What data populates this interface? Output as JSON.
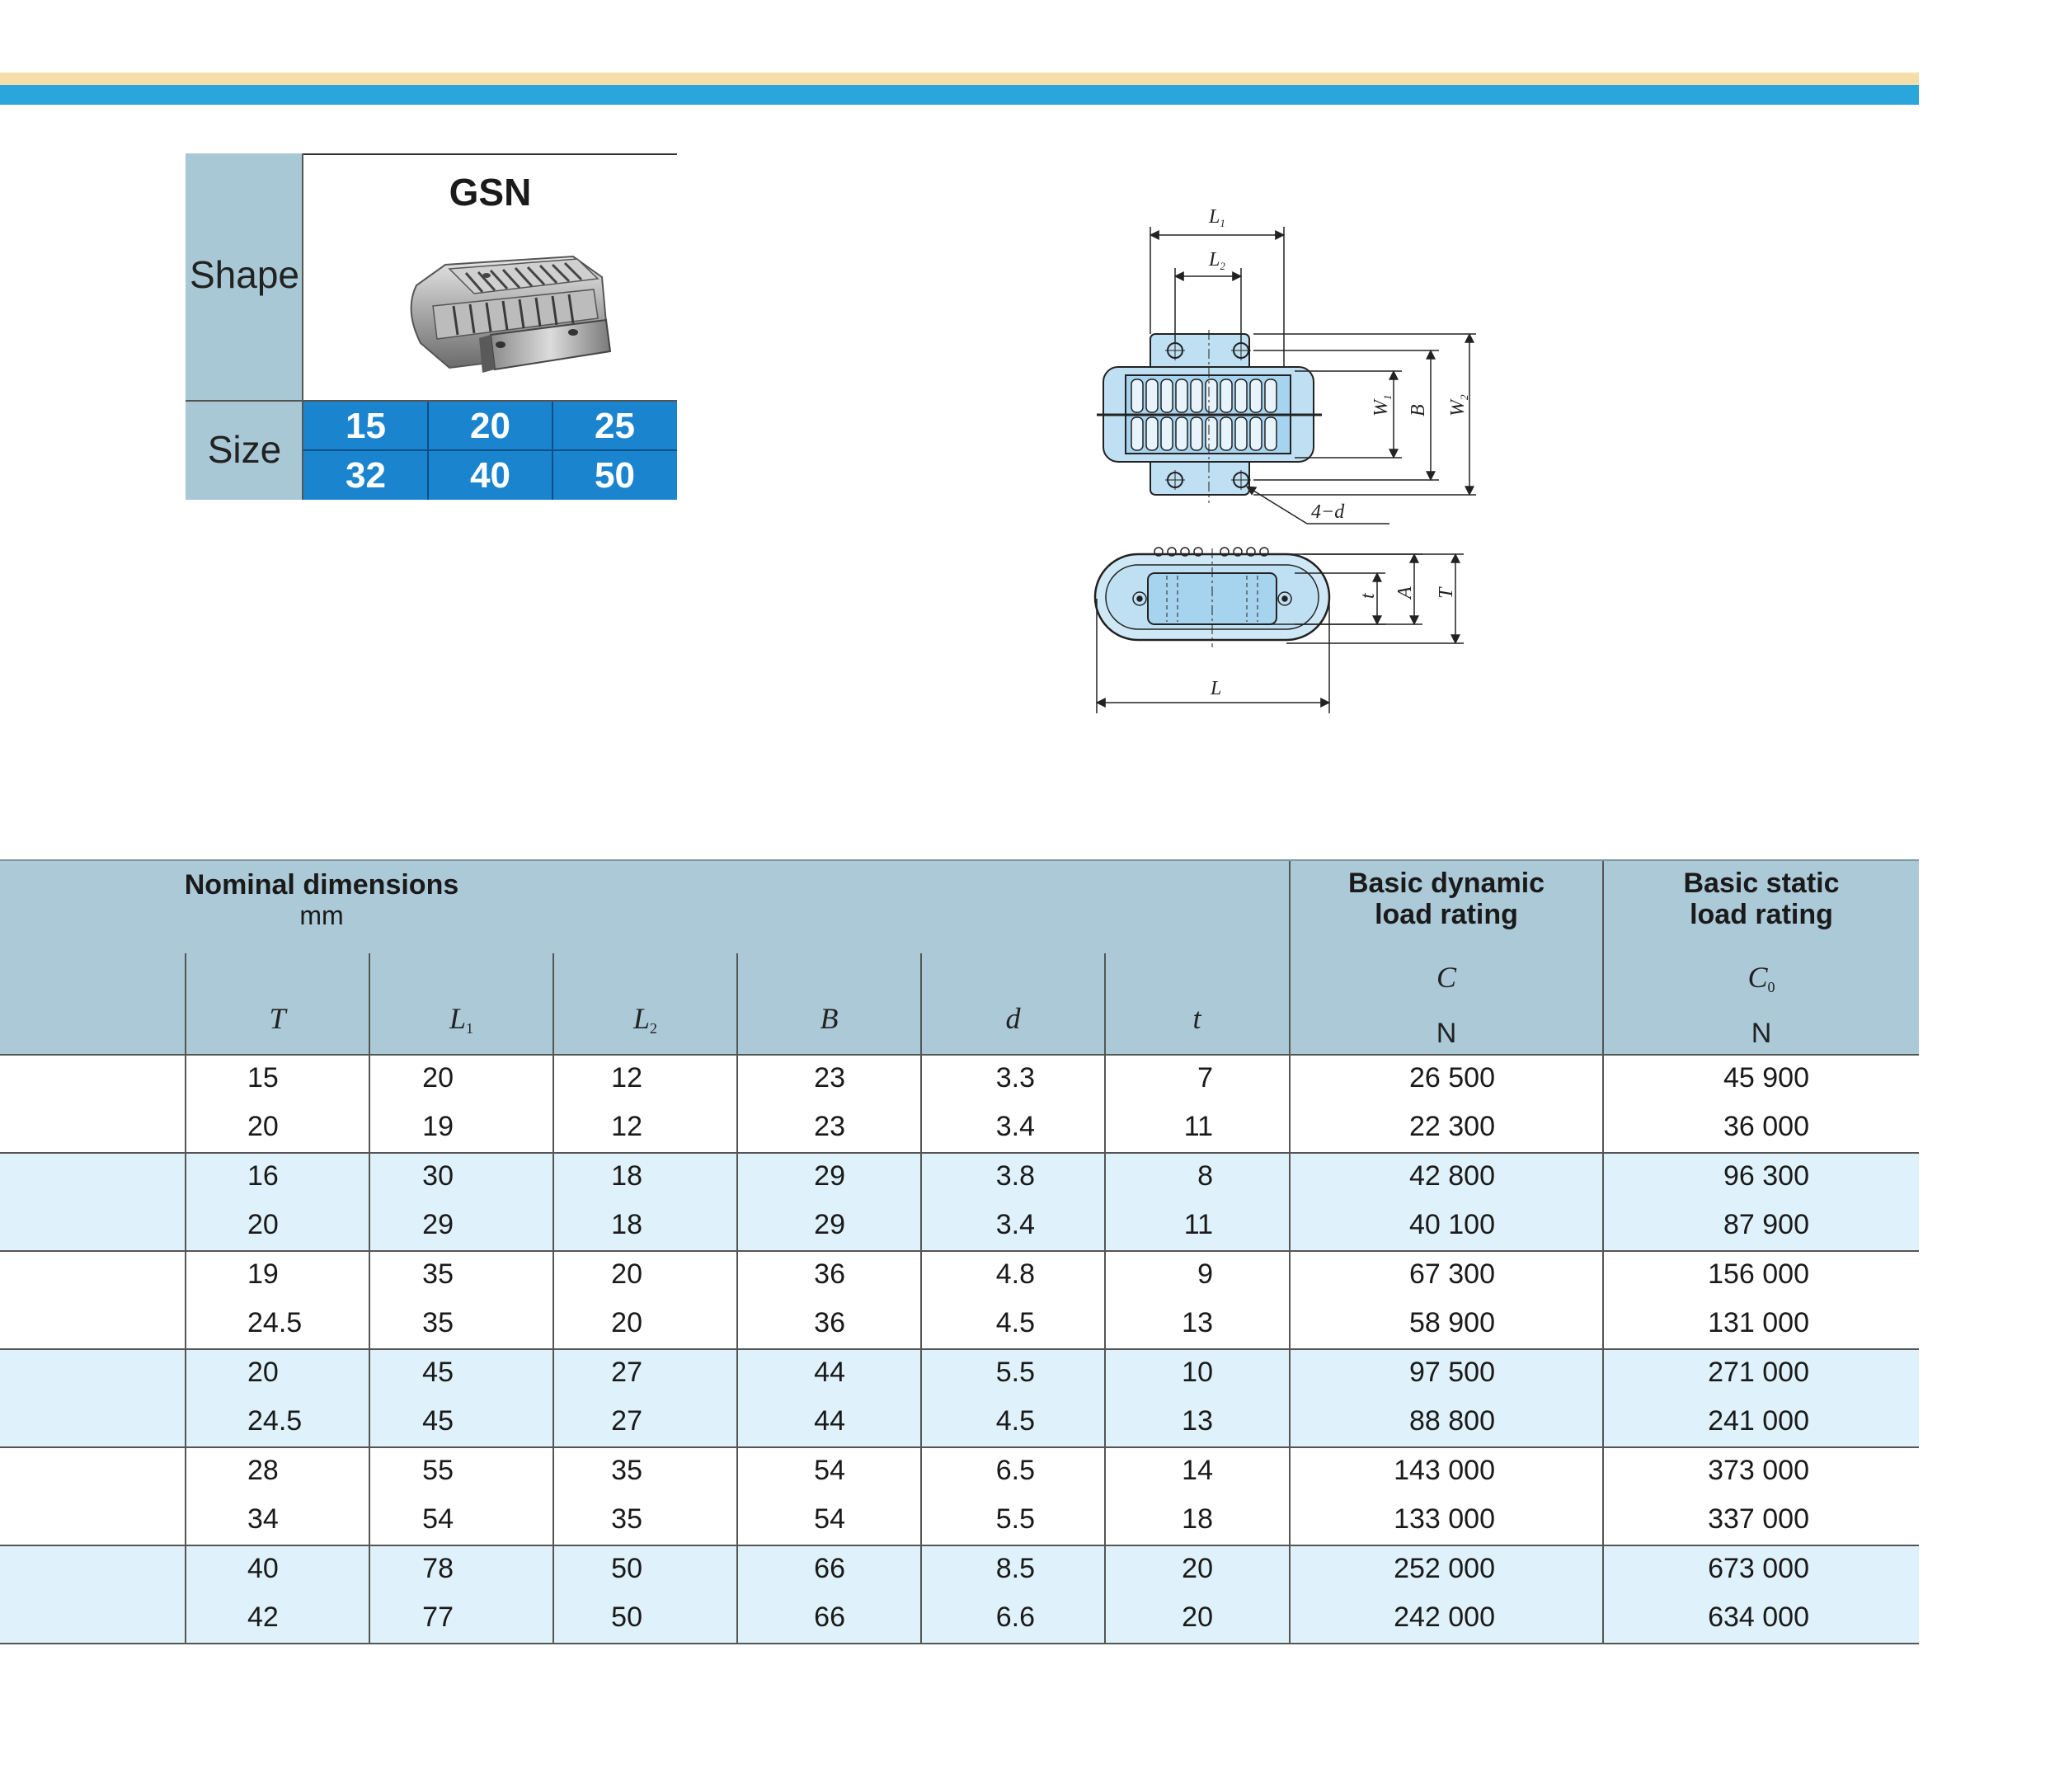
{
  "spec_box": {
    "shape_label": "Shape",
    "size_label": "Size",
    "product_name": "GSN",
    "sizes": [
      "15",
      "20",
      "25",
      "32",
      "40",
      "50"
    ]
  },
  "drawing": {
    "labels": {
      "L1": "L",
      "L1_sub": "1",
      "L2": "L",
      "L2_sub": "2",
      "W1": "W",
      "W1_sub": "1",
      "B": "B",
      "W2": "W",
      "W2_sub": "2",
      "holes": "4−d",
      "t": "t",
      "A": "A",
      "T": "T",
      "L": "L"
    }
  },
  "table": {
    "group_title": "Nominal dimensions",
    "group_unit": "mm",
    "columns": [
      {
        "sym": "T",
        "sub": ""
      },
      {
        "sym": "L",
        "sub": "1"
      },
      {
        "sym": "L",
        "sub": "2"
      },
      {
        "sym": "B",
        "sub": ""
      },
      {
        "sym": "d",
        "sub": ""
      },
      {
        "sym": "t",
        "sub": ""
      }
    ],
    "dynamic": {
      "title_line1": "Basic dynamic",
      "title_line2": "load rating",
      "sym": "C",
      "sub": "",
      "unit": "N"
    },
    "static": {
      "title_line1": "Basic static",
      "title_line2": "load rating",
      "sym": "C",
      "sub": "0",
      "unit": "N"
    },
    "groups": [
      [
        [
          "15",
          "20",
          "12",
          "23",
          "3.3",
          "7",
          "26 500",
          "45 900"
        ],
        [
          "20",
          "19",
          "12",
          "23",
          "3.4",
          "11",
          "22 300",
          "36 000"
        ]
      ],
      [
        [
          "16",
          "30",
          "18",
          "29",
          "3.8",
          "8",
          "42 800",
          "96 300"
        ],
        [
          "20",
          "29",
          "18",
          "29",
          "3.4",
          "11",
          "40 100",
          "87 900"
        ]
      ],
      [
        [
          "19",
          "35",
          "20",
          "36",
          "4.8",
          "9",
          "67 300",
          "156 000"
        ],
        [
          "24.5",
          "35",
          "20",
          "36",
          "4.5",
          "13",
          "58 900",
          "131 000"
        ]
      ],
      [
        [
          "20",
          "45",
          "27",
          "44",
          "5.5",
          "10",
          "97 500",
          "271 000"
        ],
        [
          "24.5",
          "45",
          "27",
          "44",
          "4.5",
          "13",
          "88 800",
          "241 000"
        ]
      ],
      [
        [
          "28",
          "55",
          "35",
          "54",
          "6.5",
          "14",
          "143 000",
          "373 000"
        ],
        [
          "34",
          "54",
          "35",
          "54",
          "5.5",
          "18",
          "133 000",
          "337 000"
        ]
      ],
      [
        [
          "40",
          "78",
          "50",
          "66",
          "8.5",
          "20",
          "252 000",
          "673 000"
        ],
        [
          "42",
          "77",
          "50",
          "66",
          "6.6",
          "20",
          "242 000",
          "634 000"
        ]
      ]
    ]
  }
}
